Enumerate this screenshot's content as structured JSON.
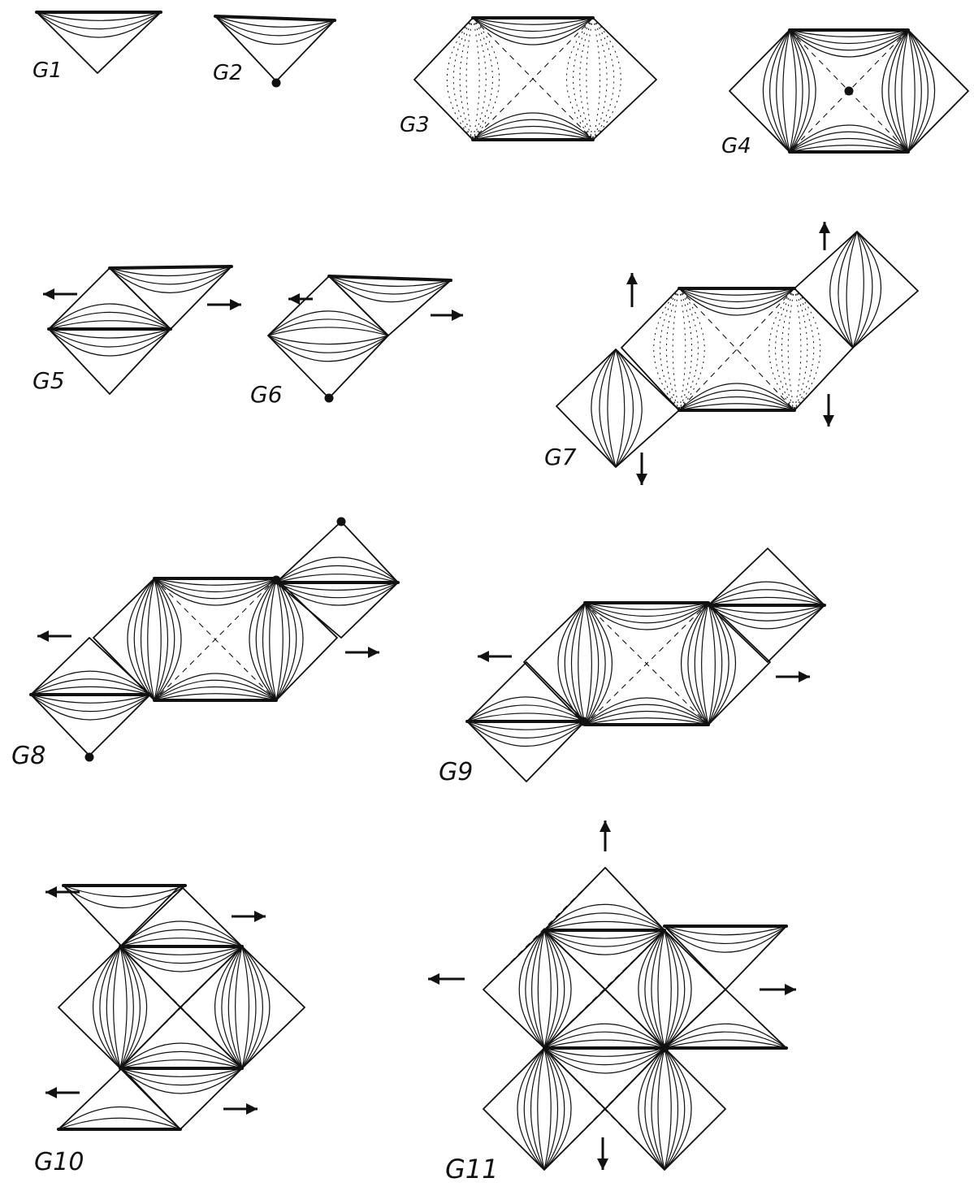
{
  "figure": {
    "panels": [
      {
        "id": "g1",
        "label": "G1"
      },
      {
        "id": "g2",
        "label": "G2"
      },
      {
        "id": "g3",
        "label": "G3"
      },
      {
        "id": "g4",
        "label": "G4"
      },
      {
        "id": "g5",
        "label": "G5"
      },
      {
        "id": "g6",
        "label": "G6"
      },
      {
        "id": "g7",
        "label": "G7"
      },
      {
        "id": "g8",
        "label": "G8"
      },
      {
        "id": "g9",
        "label": "G9"
      },
      {
        "id": "g10",
        "label": "G10"
      },
      {
        "id": "g11",
        "label": "G11"
      }
    ],
    "colors": {
      "ink": "#111111",
      "paper": "#ffffff"
    }
  }
}
